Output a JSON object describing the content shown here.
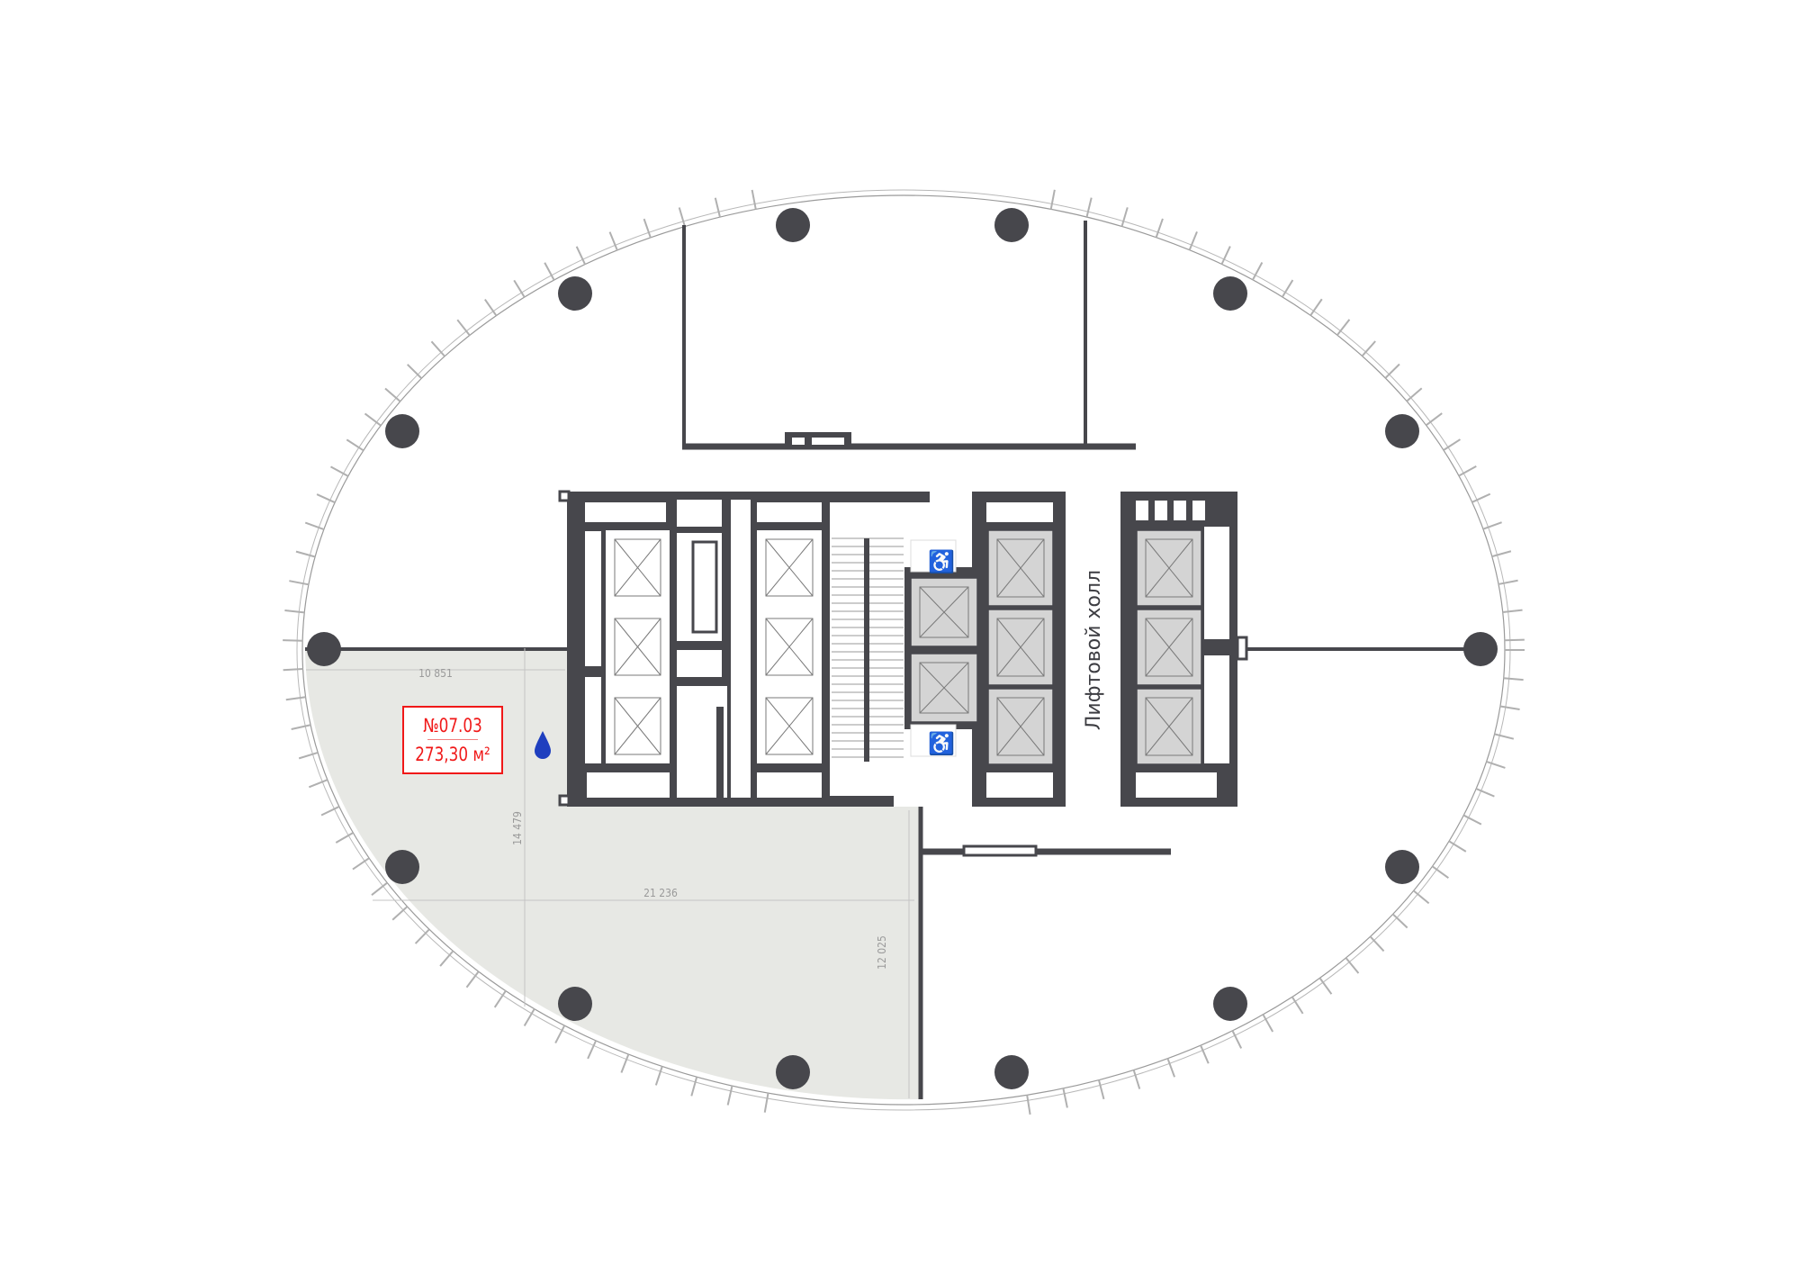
{
  "unit": {
    "number": "№07.03",
    "area": "273,30 м²"
  },
  "hall_label": "Лифтовой холл",
  "dimensions": {
    "d1": "10 851",
    "d2": "14 479",
    "d3": "21 236",
    "d4": "12 025"
  },
  "colors": {
    "wall": "#47474c",
    "unit_fill": "#e7e8e4",
    "accent": "#f01818",
    "marker": "#1f3fbf",
    "elevator": "#d4d4d4"
  }
}
